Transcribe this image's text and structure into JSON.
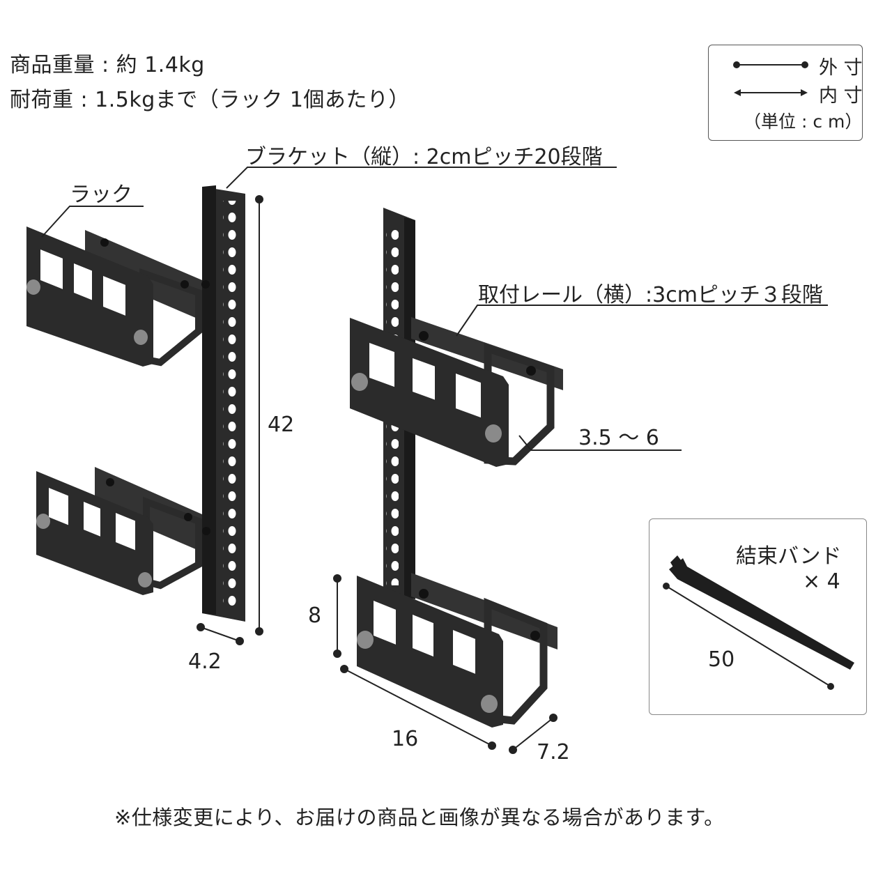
{
  "specs": {
    "weight": "商品重量 : 約 1.4kg",
    "load": "耐荷重 : 1.5kgまで（ラック 1個あたり）"
  },
  "legend": {
    "outer_label": "外 寸",
    "inner_label": "内 寸",
    "unit": "（単位 : c m）"
  },
  "labels": {
    "bracket": "ブラケット（縦）: 2cmピッチ20段階",
    "rack": "ラック",
    "rail": "取付レール（横）:3cmピッチ３段階",
    "range": "3.5 ～ 6",
    "height_42": "42",
    "width_42": "4.2",
    "rack_height": "8",
    "rack_width": "16",
    "rack_depth": "7.2"
  },
  "band": {
    "name": "結束バンド",
    "quantity": "× 4",
    "length": "50"
  },
  "note": "※仕様変更により、お届けの商品と画像が異なる場合があります。",
  "colors": {
    "metal": "#2b2b2b",
    "line": "#222222",
    "pad": "#8a8a8a"
  }
}
